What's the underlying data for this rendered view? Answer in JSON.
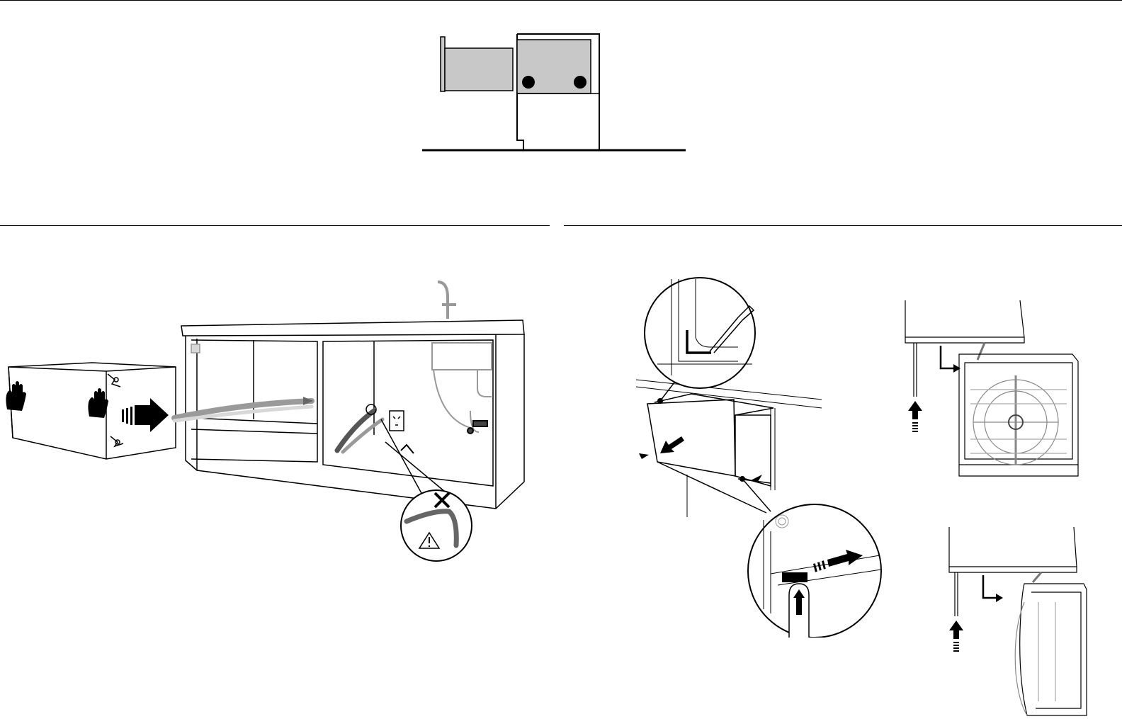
{
  "colors": {
    "line": "#000000",
    "fill_grey": "#c8c8c8",
    "hose_grey": "#9a9a9a",
    "light_grey": "#d8d8d8",
    "background": "#ffffff"
  },
  "icons": {
    "hand": "hand-icon",
    "arrow": "arrow-right-icon",
    "warning": "warning-triangle-icon",
    "cross": "cross-icon",
    "finger": "finger-press-icon"
  },
  "diagrams": [
    {
      "id": "drawer-cabinet-side-view"
    },
    {
      "id": "dishwasher-slide-in-with-hoses"
    },
    {
      "id": "drawer-panel-release"
    },
    {
      "id": "drawer-rack-removal"
    }
  ]
}
